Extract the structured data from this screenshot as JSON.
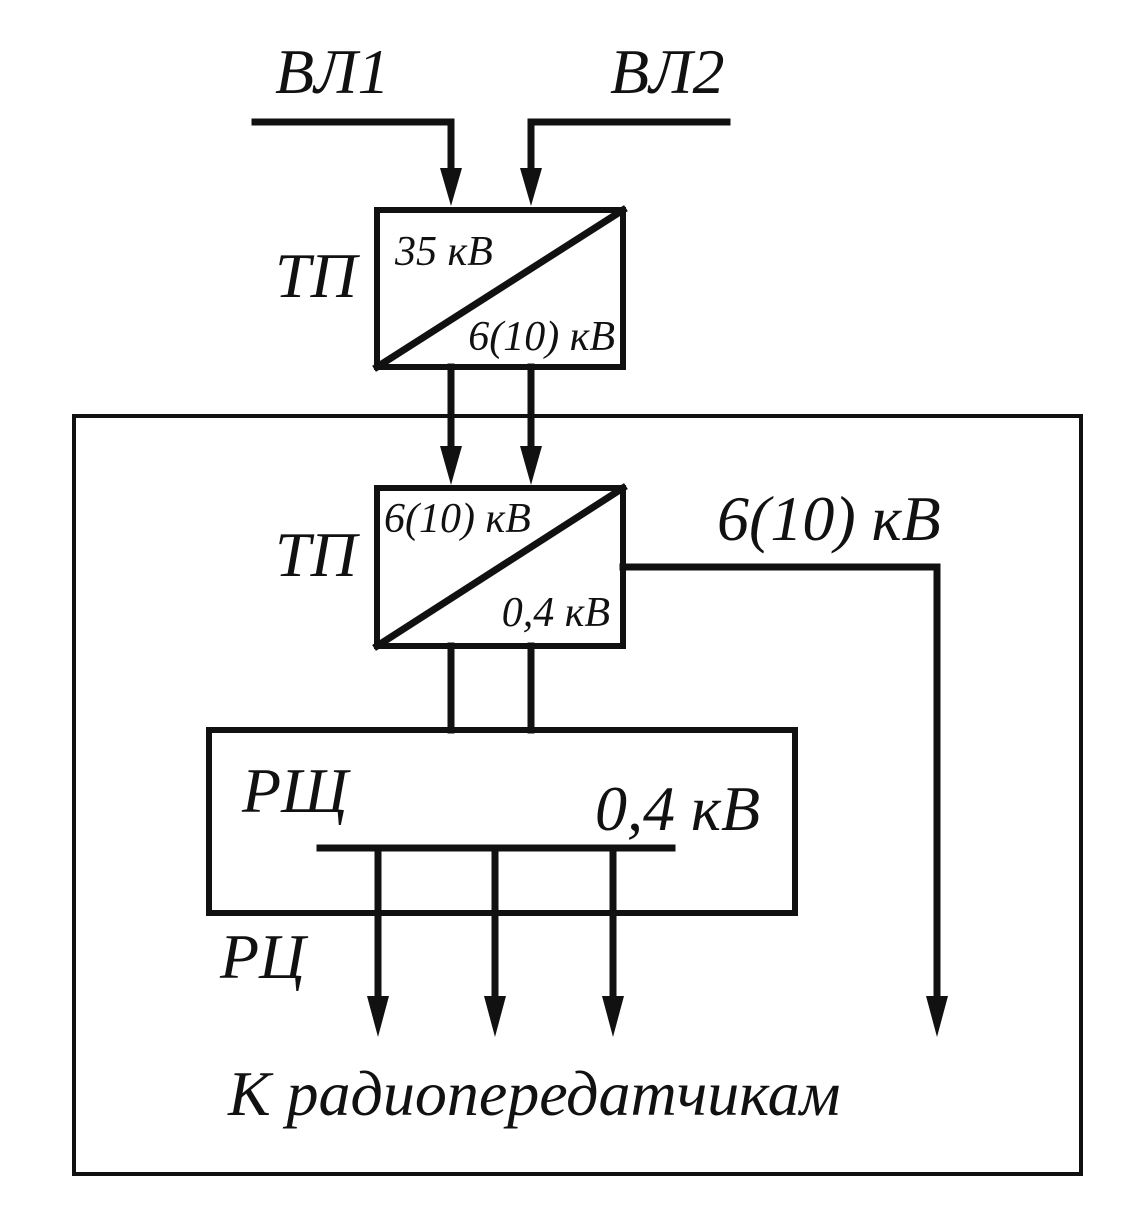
{
  "lines": {
    "line1": "ВЛ1",
    "line2": "ВЛ2"
  },
  "tp1": {
    "label": "ТП",
    "voltage_in": "35 кВ",
    "voltage_out": "6(10) кВ"
  },
  "tp2": {
    "label": "ТП",
    "voltage_in": "6(10) кВ",
    "voltage_out": "0,4 кВ"
  },
  "outgoing_line": {
    "voltage": "6(10) кВ"
  },
  "switchboard": {
    "label": "РЩ",
    "voltage": "0,4 кВ"
  },
  "radio_center": {
    "label": "РЦ"
  },
  "destination": {
    "label": "К радиопередатчикам"
  }
}
